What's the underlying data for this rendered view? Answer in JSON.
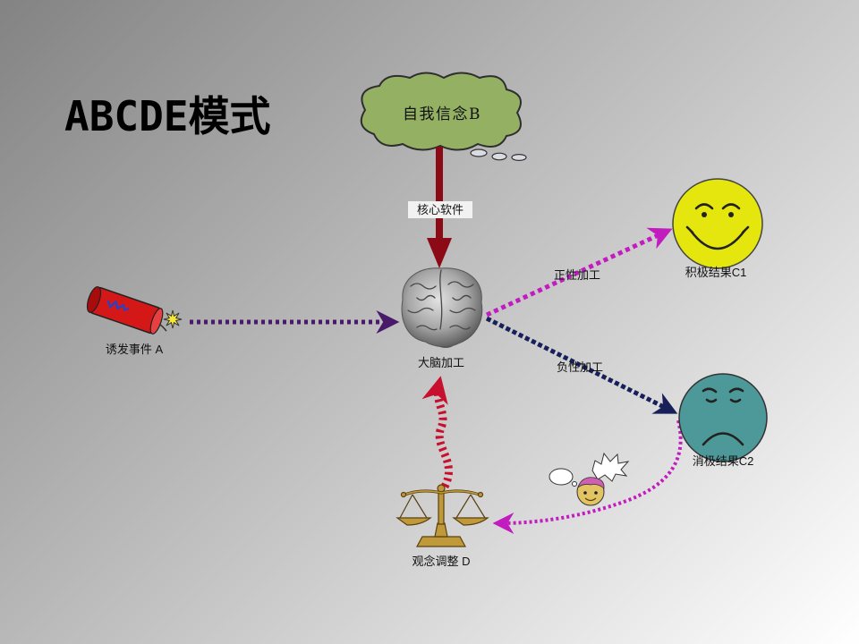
{
  "slide": {
    "title": "ABCDE模式"
  },
  "diagram": {
    "belief_label": "自我信念B",
    "core_software_label": "核心软件",
    "brain_label": "大脑加工",
    "trigger_event_label": "诱发事件 A",
    "positive_processing_label": "正性加工",
    "positive_result_label": "积极结果C1",
    "negative_processing_label": "负性加工",
    "negative_result_label": "消极结果C2",
    "belief_adjustment_label": "观念调整 D"
  },
  "icons": {
    "belief": "thought-cloud-icon",
    "brain": "brain-icon",
    "trigger": "dynamite-icon",
    "positive_result": "smiley-face-icon",
    "negative_result": "sad-face-icon",
    "adjustment": "balance-scale-icon",
    "thinking_figure": "thinking-face-icon"
  },
  "colors": {
    "bg_dark": "#838383",
    "bg_light": "#ffffff",
    "cloud": "#93b063",
    "core_arrow": "#8b0a16",
    "trigger_arrow": "#4a1a6a",
    "positive_arrow": "#c21cc0",
    "negative_arrow": "#18205a",
    "feedback_arrow": "#c21cc0",
    "adjust_arrow": "#c8102e",
    "smiley": "#e4e60e",
    "sad_face": "#4d9898",
    "scale_gold": "#c09a3a",
    "dynamite": "#d41818"
  }
}
